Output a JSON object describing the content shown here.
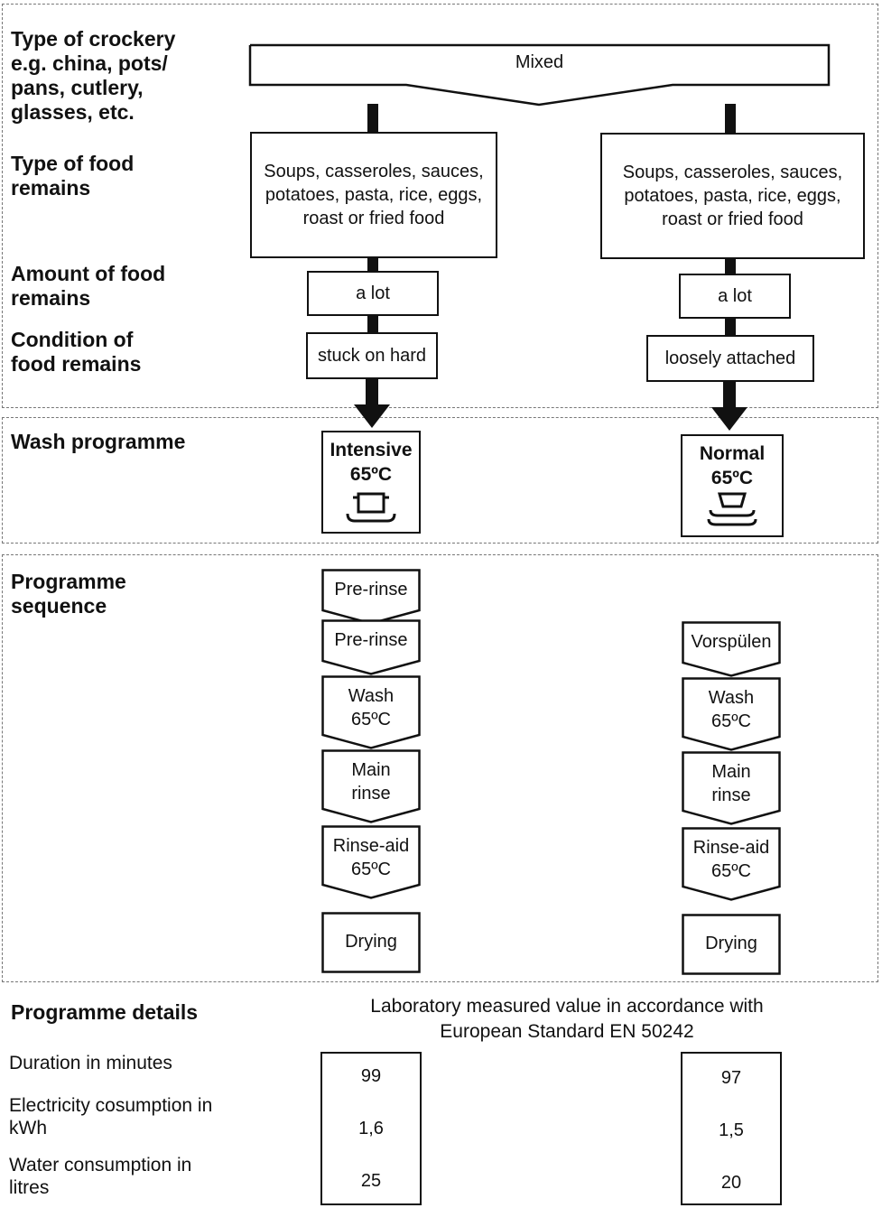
{
  "labels": {
    "crockery": "Type of crockery e.g. china, pots/ pans, cutlery, glasses, etc.",
    "food_type": "Type of food remains",
    "amount": "Amount of food remains",
    "condition": "Condition of food remains",
    "wash_programme": "Wash programme",
    "sequence": "Programme sequence",
    "details": "Programme details",
    "duration": "Duration in minutes",
    "electricity": "Electricity cosumption in kWh",
    "water": "Water consumption in litres"
  },
  "crockery_value": "Mixed",
  "lab_note": "Laboratory measured value in accordance with European Standard EN 50242",
  "columns": [
    {
      "food": "Soups, casseroles, sauces, potatoes, pasta, rice, eggs, roast or fried food",
      "amount": "a lot",
      "condition": "stuck on hard",
      "programme_name": "Intensive",
      "programme_temp": "65ºC",
      "programme_icon": "pot-icon",
      "steps": [
        {
          "l1": "Pre-rinse",
          "l2": ""
        },
        {
          "l1": "Pre-rinse",
          "l2": ""
        },
        {
          "l1": "Wash",
          "l2": "65ºC"
        },
        {
          "l1": "Main",
          "l2": "rinse"
        },
        {
          "l1": "Rinse-aid",
          "l2": "65ºC"
        },
        {
          "l1": "Drying",
          "l2": ""
        }
      ],
      "duration": "99",
      "electricity": "1,6",
      "water": "25"
    },
    {
      "food": "Soups, casseroles, sauces, potatoes, pasta, rice, eggs, roast or fried food",
      "amount": "a lot",
      "condition": "loosely attached",
      "programme_name": "Normal",
      "programme_temp": "65ºC",
      "programme_icon": "dishes-icon",
      "steps": [
        {
          "l1": "Vorspülen",
          "l2": ""
        },
        {
          "l1": "Wash",
          "l2": "65ºC"
        },
        {
          "l1": "Main",
          "l2": "rinse"
        },
        {
          "l1": "Rinse-aid",
          "l2": "65ºC"
        },
        {
          "l1": "Drying",
          "l2": ""
        }
      ],
      "duration": "97",
      "electricity": "1,5",
      "water": "20"
    }
  ]
}
